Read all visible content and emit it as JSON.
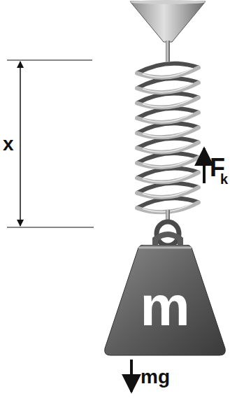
{
  "diagram": {
    "nodes": [
      {
        "text": [
          "m"
        ]
      }
    ],
    "labels": [
      "x",
      "F",
      "k",
      "mg"
    ]
  }
}
